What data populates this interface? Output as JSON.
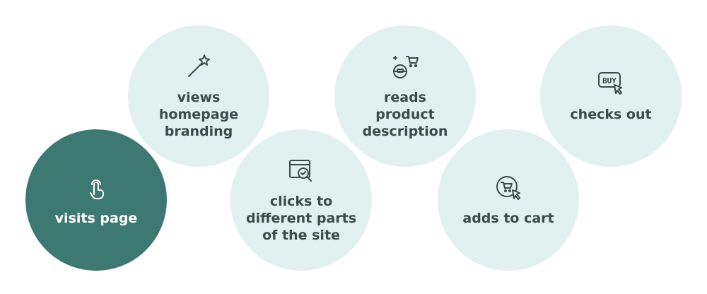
{
  "colors": {
    "bubble_light": "#e1f1ef",
    "bubble_active": "#3d7873",
    "text_dark": "#3b4a4c",
    "text_light": "#ffffff"
  },
  "steps": [
    {
      "label": "visits page",
      "icon": "tap-finger-icon",
      "active": true
    },
    {
      "label": "views\nhomepage\nbranding",
      "icon": "magic-wand-icon",
      "active": false
    },
    {
      "label": "clicks to\ndifferent parts\nof the site",
      "icon": "browser-search-icon",
      "active": false
    },
    {
      "label": "reads\nproduct\ndescription",
      "icon": "shopper-cart-icon",
      "active": false
    },
    {
      "label": "adds to cart",
      "icon": "cart-cursor-icon",
      "active": false
    },
    {
      "label": "checks out",
      "icon": "buy-button-icon",
      "active": false
    }
  ]
}
